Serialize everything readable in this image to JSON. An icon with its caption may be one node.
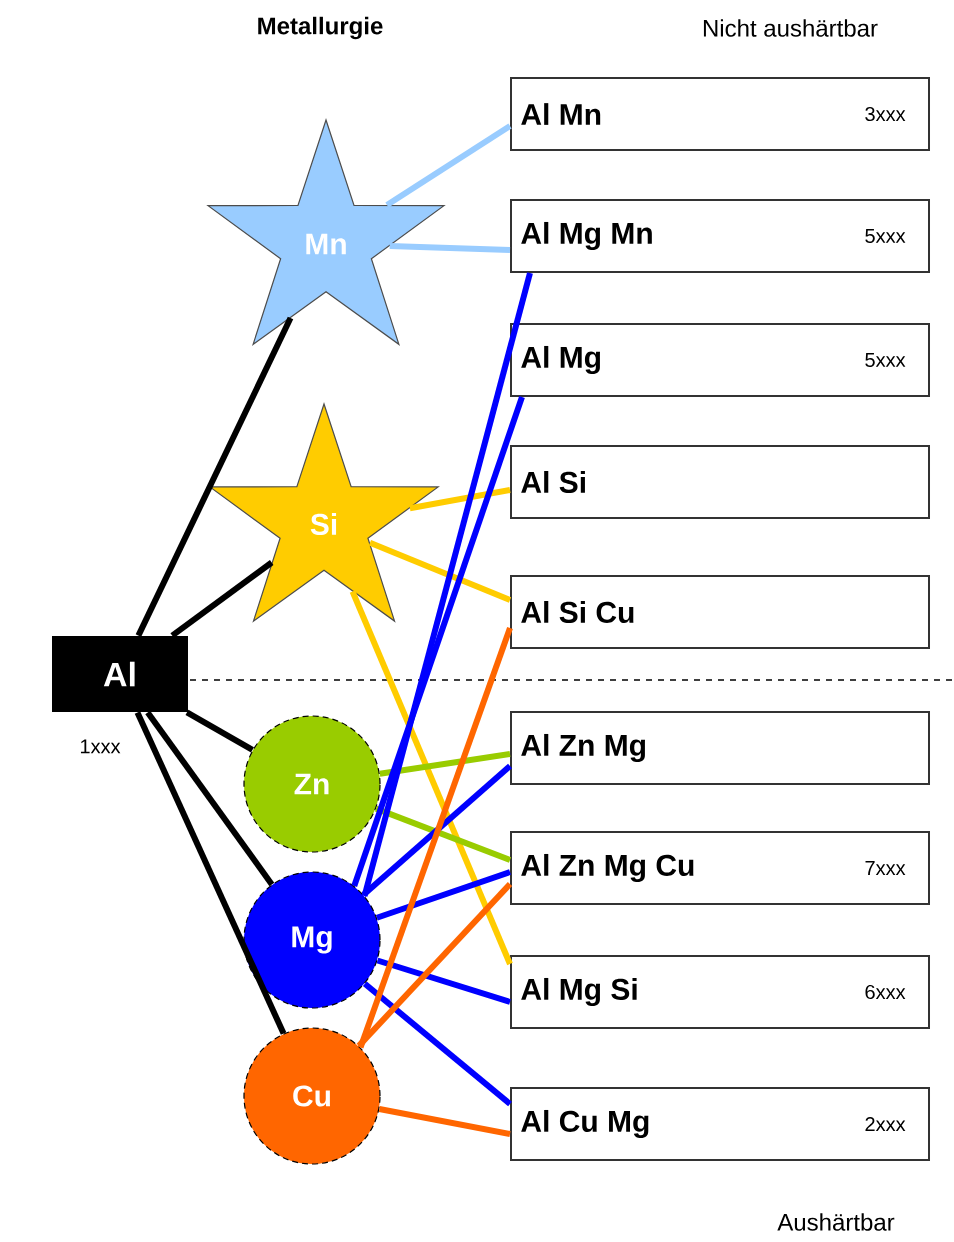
{
  "diagram": {
    "nodes": [
      {
        "text": [
          "Al"
        ],
        "beside": [
          "1xxx"
        ]
      },
      {
        "text": [
          "Mn"
        ]
      },
      {
        "text": [
          "Si"
        ]
      },
      {
        "text": [
          "Zn"
        ]
      },
      {
        "text": [
          "Mg"
        ]
      },
      {
        "text": [
          "Cu"
        ]
      },
      {
        "text": [
          "Al Mn",
          "3xxx"
        ]
      },
      {
        "text": [
          "Al Mg Mn",
          "5xxx"
        ]
      },
      {
        "text": [
          "Al Mg",
          "5xxx"
        ]
      },
      {
        "text": [
          "Al Si"
        ]
      },
      {
        "text": [
          "Al Si Cu"
        ]
      },
      {
        "text": [
          "Al Zn Mg"
        ]
      },
      {
        "text": [
          "Al Zn Mg Cu",
          "7xxx"
        ]
      },
      {
        "text": [
          "Al Mg Si",
          "6xxx"
        ]
      },
      {
        "text": [
          "Al Cu Mg",
          "2xxx"
        ]
      }
    ],
    "edges": [
      {
        "from": 0,
        "to": 1,
        "arrow": "none",
        "color": "#000000"
      },
      {
        "from": 0,
        "to": 2,
        "arrow": "none",
        "color": "#000000"
      },
      {
        "from": 0,
        "to": 3,
        "arrow": "none",
        "color": "#000000"
      },
      {
        "from": 0,
        "to": 4,
        "arrow": "none",
        "color": "#000000"
      },
      {
        "from": 0,
        "to": 5,
        "arrow": "none",
        "color": "#000000"
      },
      {
        "from": 1,
        "to": 6,
        "arrow": "none",
        "color": "#99ccff"
      },
      {
        "from": 1,
        "to": 7,
        "arrow": "none",
        "color": "#99ccff"
      },
      {
        "from": 2,
        "to": 9,
        "arrow": "none",
        "color": "#ffcc00"
      },
      {
        "from": 2,
        "to": 10,
        "arrow": "none",
        "color": "#ffcc00"
      },
      {
        "from": 2,
        "to": 13,
        "arrow": "none",
        "color": "#ffcc00"
      },
      {
        "from": 3,
        "to": 11,
        "arrow": "none",
        "color": "#99cc00"
      },
      {
        "from": 3,
        "to": 12,
        "arrow": "none",
        "color": "#99cc00"
      },
      {
        "from": 4,
        "to": 7,
        "arrow": "none"
      },
      {
        "from": 4,
        "to": 8,
        "arrow": "none"
      },
      {
        "from": 4,
        "to": 11,
        "arrow": "none"
      },
      {
        "from": 4,
        "to": 12,
        "arrow": "none"
      },
      {
        "from": 4,
        "to": 13,
        "arrow": "none"
      },
      {
        "from": 4,
        "to": 14,
        "arrow": "none"
      },
      {
        "from": 5,
        "to": 10,
        "arrow": "none",
        "color": "#ff6600"
      },
      {
        "from": 5,
        "to": 12,
        "arrow": "none",
        "color": "#ff6600"
      },
      {
        "from": 5,
        "to": 14,
        "arrow": "none",
        "color": "#ff6600"
      }
    ],
    "labels": [
      "Metallurgie",
      "Nicht aushärtbar",
      "Aushärtbar"
    ]
  }
}
